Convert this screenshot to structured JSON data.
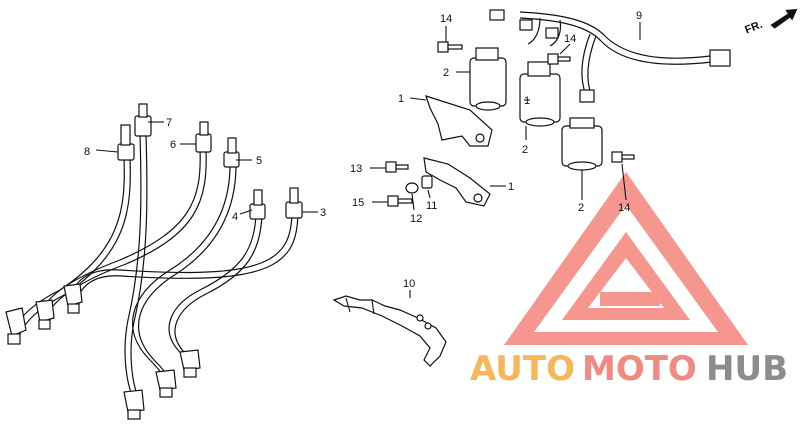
{
  "diagram": {
    "direction_label": "FR.",
    "callouts": {
      "c1a": "1",
      "c1b": "1",
      "c1c": "1",
      "c2a": "2",
      "c2b": "2",
      "c2c": "2",
      "c3": "3",
      "c4": "4",
      "c5": "5",
      "c6": "6",
      "c7": "7",
      "c8": "8",
      "c9": "9",
      "c10": "10",
      "c11": "11",
      "c12": "12",
      "c13": "13",
      "c14a": "14",
      "c14b": "14",
      "c14c": "14",
      "c15": "15"
    }
  },
  "watermark": {
    "part1": "AUTO",
    "part2": "MOTO",
    "part3": "HUB",
    "colors": {
      "auto": "#f6b75a",
      "moto": "#f08a83",
      "hub": "#8c8c8c",
      "logo": "#f4857c"
    }
  }
}
